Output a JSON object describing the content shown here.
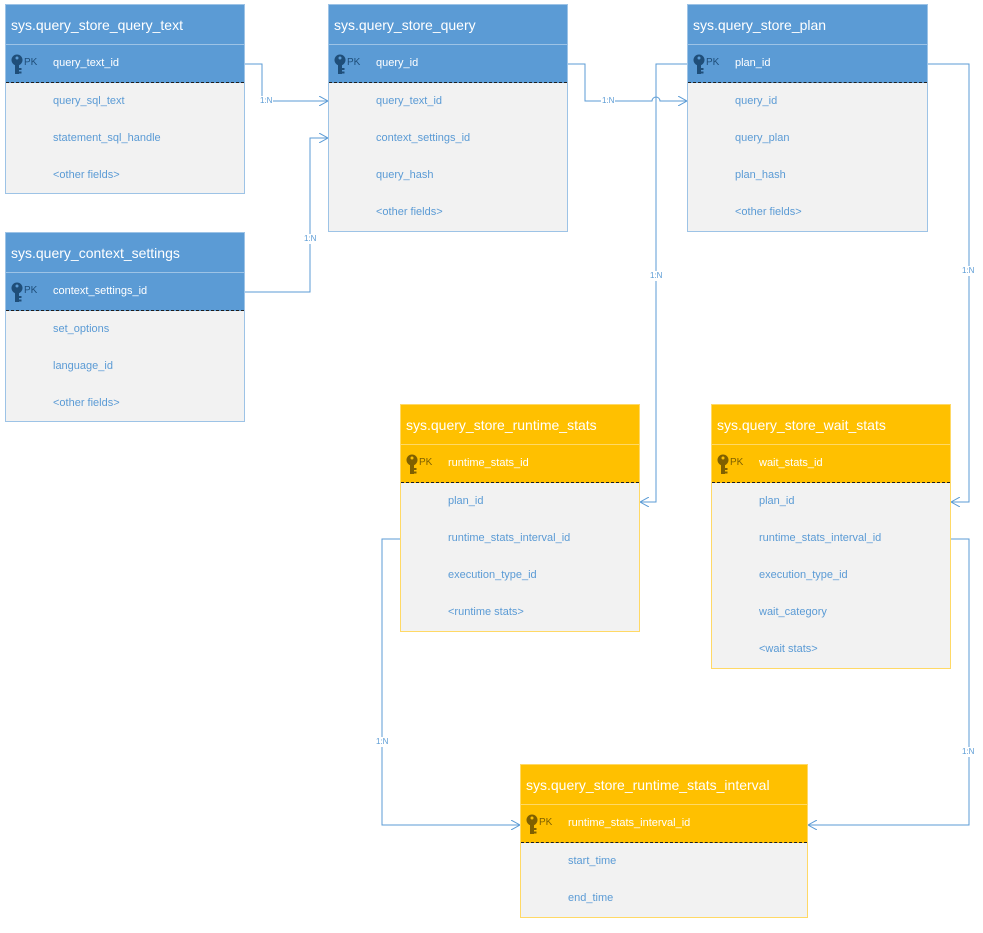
{
  "colors": {
    "blue_header": "#5b9bd5",
    "orange_header": "#ffc000",
    "body": "#f2f2f2",
    "line": "#5b9bd5"
  },
  "icons": {
    "pk": "key-icon"
  },
  "pk_label": "PK",
  "relation_label": "1:N",
  "tables": {
    "query_text": {
      "title": "sys.query_store_query_text",
      "pk": "query_text_id",
      "fields": [
        "query_sql_text",
        "statement_sql_handle",
        "<other fields>"
      ]
    },
    "context_settings": {
      "title": "sys.query_context_settings",
      "pk": "context_settings_id",
      "fields": [
        "set_options",
        "language_id",
        "<other fields>"
      ]
    },
    "query": {
      "title": "sys.query_store_query",
      "pk": "query_id",
      "fields": [
        "query_text_id",
        "context_settings_id",
        "query_hash",
        "<other fields>"
      ]
    },
    "plan": {
      "title": "sys.query_store_plan",
      "pk": "plan_id",
      "fields": [
        "query_id",
        "query_plan",
        "plan_hash",
        "<other fields>"
      ]
    },
    "runtime_stats": {
      "title": "sys.query_store_runtime_stats",
      "pk": "runtime_stats_id",
      "fields": [
        "plan_id",
        "runtime_stats_interval_id",
        "execution_type_id",
        "<runtime stats>"
      ]
    },
    "wait_stats": {
      "title": "sys.query_store_wait_stats",
      "pk": "wait_stats_id",
      "fields": [
        "plan_id",
        "runtime_stats_interval_id",
        "execution_type_id",
        "wait_category",
        "<wait stats>"
      ]
    },
    "interval": {
      "title": "sys.query_store_runtime_stats_interval",
      "pk": "runtime_stats_interval_id",
      "fields": [
        "start_time",
        "end_time"
      ]
    }
  }
}
